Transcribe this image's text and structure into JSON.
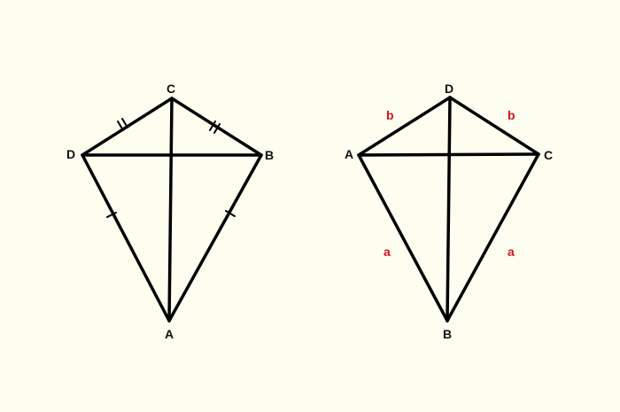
{
  "colors": {
    "background": "#fdfdf0",
    "line": "#000000",
    "vertex_label": "#111111",
    "side_label": "#d0141c"
  },
  "left_kite": {
    "vertices": {
      "top": "C",
      "left": "D",
      "right": "B",
      "bottom": "A"
    }
  },
  "right_kite": {
    "vertices": {
      "top": "D",
      "left": "A",
      "right": "C",
      "bottom": "B"
    },
    "side_labels": {
      "upper_left": "b",
      "upper_right": "b",
      "lower_left": "a",
      "lower_right": "a"
    }
  }
}
